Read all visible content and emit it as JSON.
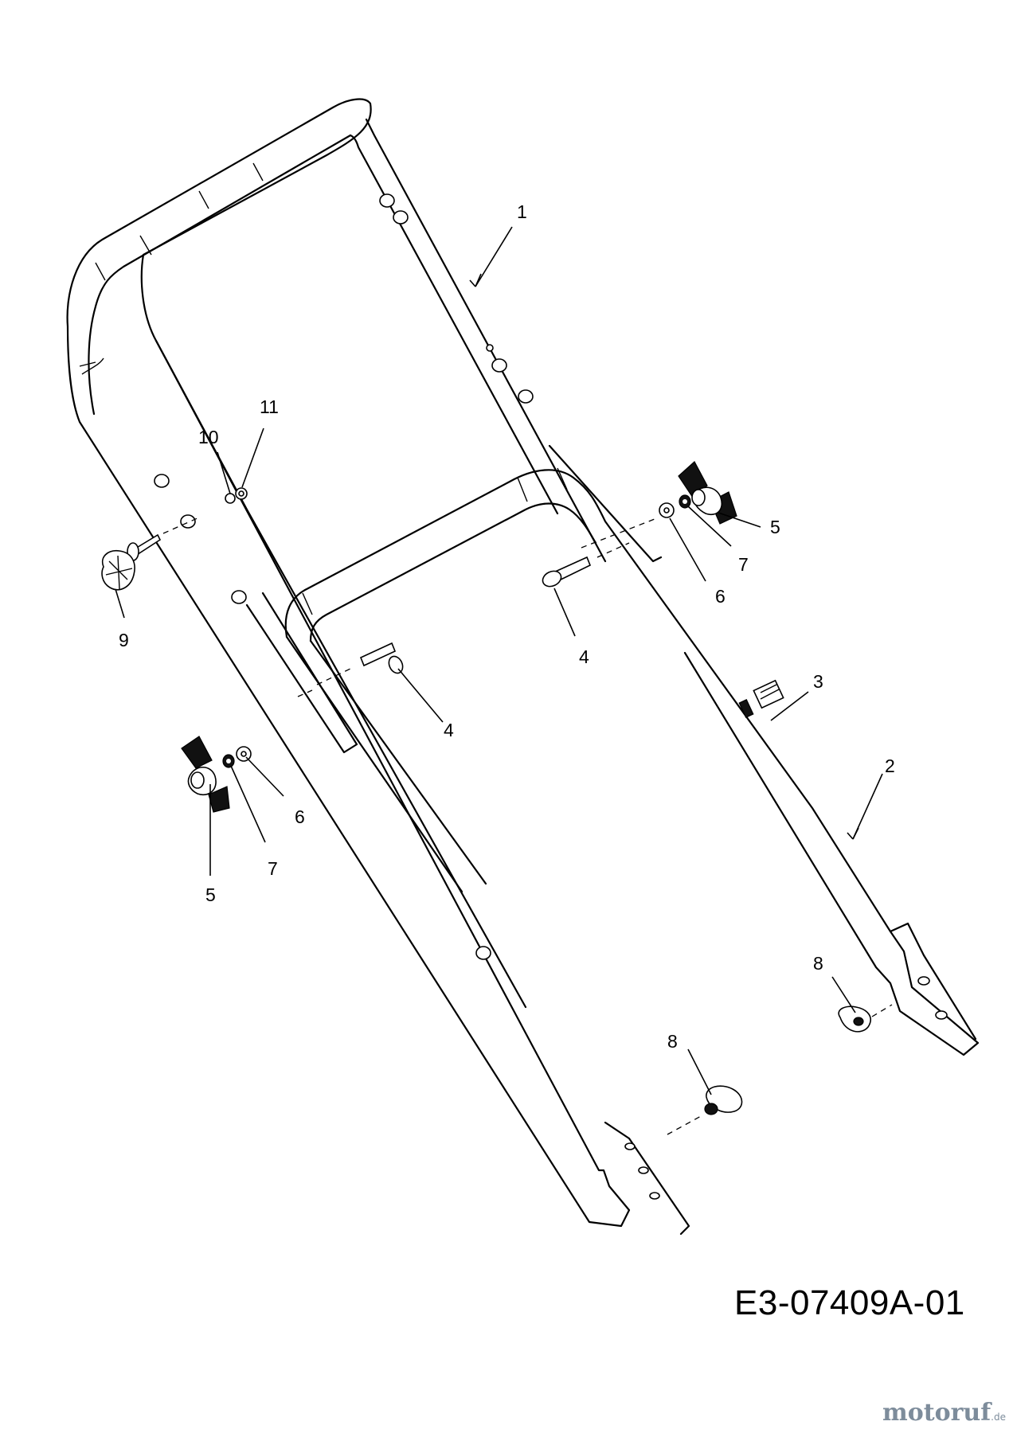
{
  "diagram": {
    "code": "E3-07409A-01",
    "watermark": {
      "name": "motoruf",
      "suffix": ".de"
    },
    "parts": [
      {
        "id": "label-1",
        "number": "1"
      },
      {
        "id": "label-2",
        "number": "2"
      },
      {
        "id": "label-3",
        "number": "3"
      },
      {
        "id": "label-4a",
        "number": "4"
      },
      {
        "id": "label-4b",
        "number": "4"
      },
      {
        "id": "label-5a",
        "number": "5"
      },
      {
        "id": "label-5b",
        "number": "5"
      },
      {
        "id": "label-6a",
        "number": "6"
      },
      {
        "id": "label-6b",
        "number": "6"
      },
      {
        "id": "label-7a",
        "number": "7"
      },
      {
        "id": "label-7b",
        "number": "7"
      },
      {
        "id": "label-8a",
        "number": "8"
      },
      {
        "id": "label-8b",
        "number": "8"
      },
      {
        "id": "label-9",
        "number": "9"
      },
      {
        "id": "label-10",
        "number": "10"
      },
      {
        "id": "label-11",
        "number": "11"
      }
    ]
  }
}
